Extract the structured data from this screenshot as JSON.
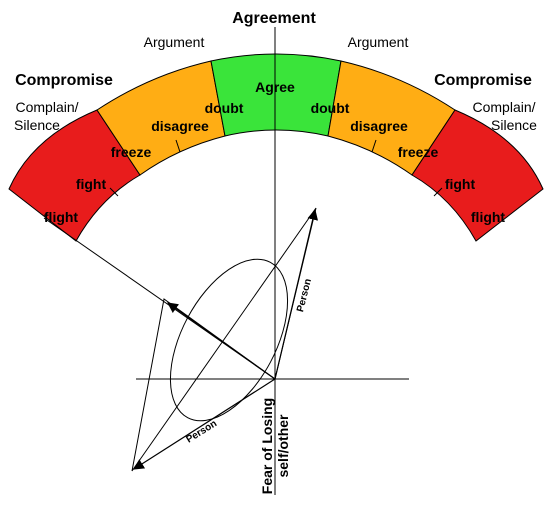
{
  "title": "Agreement",
  "segments": {
    "center": "Agree",
    "left": {
      "doubt": "doubt",
      "disagree": "disagree",
      "freeze": "freeze",
      "fight": "fight",
      "flight": "flight"
    },
    "right": {
      "doubt": "doubt",
      "disagree": "disagree",
      "freeze": "freeze",
      "fight": "fight",
      "flight": "flight"
    }
  },
  "outer_labels": {
    "argument_left": "Argument",
    "argument_right": "Argument",
    "compromise_left": "Compromise",
    "compromise_right": "Compromise",
    "complain_left_1": "Complain/",
    "complain_left_2": "Silence",
    "complain_right_1": "Complain/",
    "complain_right_2": "Silence"
  },
  "axis": {
    "fear_line1": "Fear of Losing",
    "fear_line2": "self/other"
  },
  "vectors": {
    "person_upper": "Person",
    "person_lower": "Person"
  },
  "colors": {
    "green": "#3ae43a",
    "orange": "#ffad14",
    "red": "#e81c1c",
    "outline": "#000000"
  }
}
